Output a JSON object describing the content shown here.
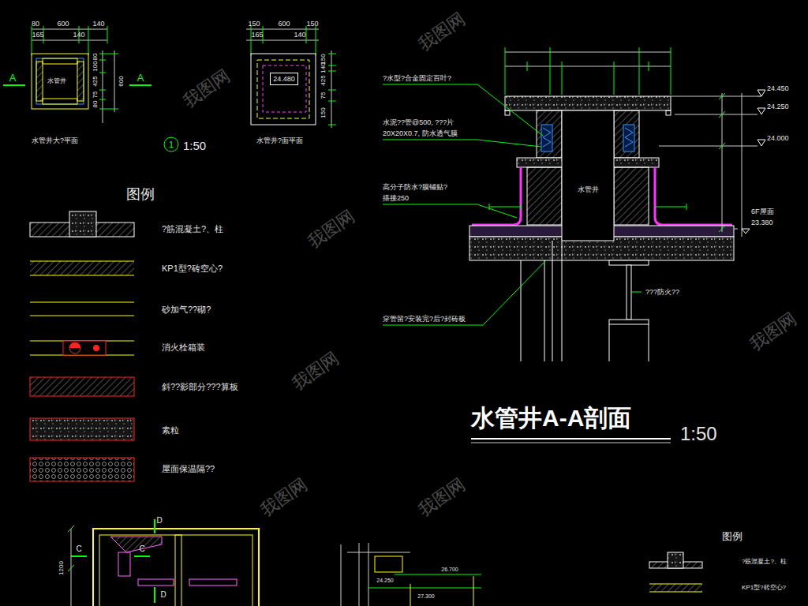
{
  "diagram": {
    "title": "水管井A-A剖面",
    "nodes": [
      {
        "text": [
          "水管井"
        ]
      },
      {
        "text": [
          "24.480"
        ]
      },
      {
        "text": [
          "水管井"
        ]
      }
    ],
    "labels": [
      "80",
      "600",
      "140",
      "165",
      "140",
      "A",
      "A",
      "80",
      "100",
      "425",
      "75",
      "80",
      "600",
      "水管井大?平面",
      "1",
      "1:50",
      "150",
      "600",
      "150",
      "165",
      "140",
      "150",
      "140",
      "425",
      "75",
      "150",
      "水管井?面平面",
      "图例",
      "?水型?合金固定百叶?",
      "水泥??管@500, ???片",
      "20X20X0.7, 防水透气膜",
      "高分子防水?膜铺贴?",
      "搭接250",
      "穿管留?安装完?后?封砖板",
      "???防火??",
      "24.450",
      "24.250",
      "24.000",
      "6F屋面",
      "23.380",
      "1:50",
      "D",
      "C",
      "C",
      "D",
      "1200",
      "24.250",
      "26.700",
      "27.300",
      "图例",
      "我图网",
      "我图网",
      "我图网",
      "我图网",
      "我图网",
      "我图网",
      "我图网"
    ],
    "legend": [
      {
        "text": "?筋混凝土?、柱"
      },
      {
        "text": "KP1型?砖空心?"
      },
      {
        "text": "砂加气??砌?"
      },
      {
        "text": "消火栓箱装"
      },
      {
        "text": "斜??影部分???算板"
      },
      {
        "text": "素粒"
      },
      {
        "text": "屋面保温隔??"
      },
      {
        "text": "?筋混凝土?、柱"
      },
      {
        "text": "KP1型?砖空心?"
      }
    ]
  }
}
